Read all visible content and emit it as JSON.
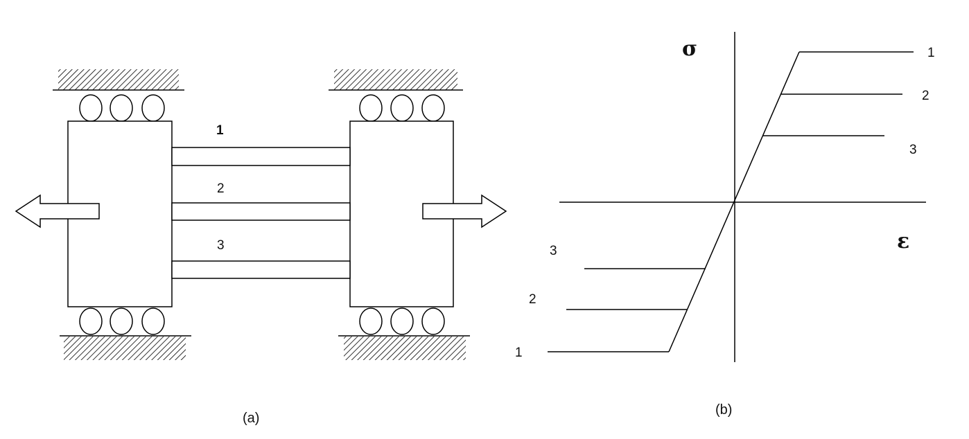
{
  "panel_a": {
    "caption": "(a)",
    "bar_labels": [
      "1",
      "2",
      "3"
    ]
  },
  "panel_b": {
    "caption": "(b)",
    "y_axis_symbol": "σ",
    "x_axis_symbol": "ε",
    "upper_labels": [
      "1",
      "2",
      "3"
    ],
    "lower_labels": [
      "3",
      "2",
      "1"
    ]
  }
}
